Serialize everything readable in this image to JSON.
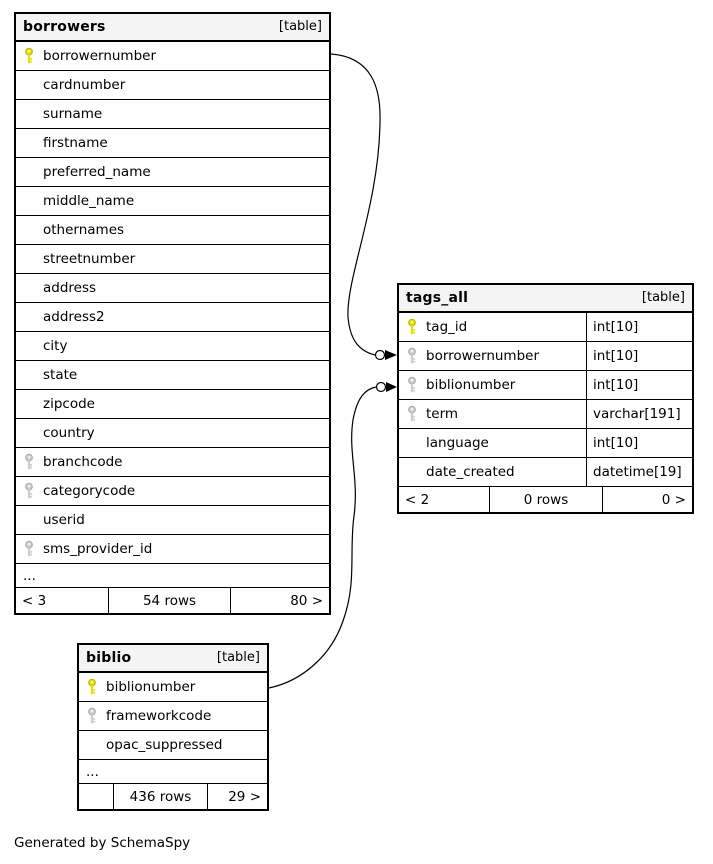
{
  "diagram": {
    "footer_note": "Generated by SchemaSpy",
    "colors": {
      "primary_key": "#e4e000",
      "primary_key_stroke": "#b9b400",
      "foreign_key": "#cccccc",
      "foreign_key_stroke": "#ababab",
      "header_bg": "#f4f4f4",
      "border": "#000000"
    },
    "tables": [
      {
        "id": "borrowers",
        "title": "borrowers",
        "badge": "[table]",
        "columns": [
          {
            "name": "borrowernumber",
            "key": "primary"
          },
          {
            "name": "cardnumber",
            "key": "none"
          },
          {
            "name": "surname",
            "key": "none"
          },
          {
            "name": "firstname",
            "key": "none"
          },
          {
            "name": "preferred_name",
            "key": "none"
          },
          {
            "name": "middle_name",
            "key": "none"
          },
          {
            "name": "othernames",
            "key": "none"
          },
          {
            "name": "streetnumber",
            "key": "none"
          },
          {
            "name": "address",
            "key": "none"
          },
          {
            "name": "address2",
            "key": "none"
          },
          {
            "name": "city",
            "key": "none"
          },
          {
            "name": "state",
            "key": "none"
          },
          {
            "name": "zipcode",
            "key": "none"
          },
          {
            "name": "country",
            "key": "none"
          },
          {
            "name": "branchcode",
            "key": "foreign"
          },
          {
            "name": "categorycode",
            "key": "foreign"
          },
          {
            "name": "userid",
            "key": "none"
          },
          {
            "name": "sms_provider_id",
            "key": "foreign"
          }
        ],
        "ellipsis": "...",
        "footer": {
          "left": "< 3",
          "center": "54 rows",
          "right": "80 >"
        }
      },
      {
        "id": "tags_all",
        "title": "tags_all",
        "badge": "[table]",
        "columns": [
          {
            "name": "tag_id",
            "type": "int[10]",
            "key": "primary"
          },
          {
            "name": "borrowernumber",
            "type": "int[10]",
            "key": "foreign"
          },
          {
            "name": "biblionumber",
            "type": "int[10]",
            "key": "foreign"
          },
          {
            "name": "term",
            "type": "varchar[191]",
            "key": "foreign"
          },
          {
            "name": "language",
            "type": "int[10]",
            "key": "none"
          },
          {
            "name": "date_created",
            "type": "datetime[19]",
            "key": "none"
          }
        ],
        "footer": {
          "left": "< 2",
          "center": "0 rows",
          "right": "0 >"
        }
      },
      {
        "id": "biblio",
        "title": "biblio",
        "badge": "[table]",
        "columns": [
          {
            "name": "biblionumber",
            "key": "primary"
          },
          {
            "name": "frameworkcode",
            "key": "foreign"
          },
          {
            "name": "opac_suppressed",
            "key": "none"
          }
        ],
        "ellipsis": "...",
        "footer": {
          "left": "",
          "center": "436 rows",
          "right": "29 >"
        }
      }
    ],
    "relationships": [
      {
        "from_table": "borrowers",
        "from_column": "borrowernumber",
        "to_table": "tags_all",
        "to_column": "borrowernumber"
      },
      {
        "from_table": "biblio",
        "from_column": "biblionumber",
        "to_table": "tags_all",
        "to_column": "biblionumber"
      }
    ]
  }
}
